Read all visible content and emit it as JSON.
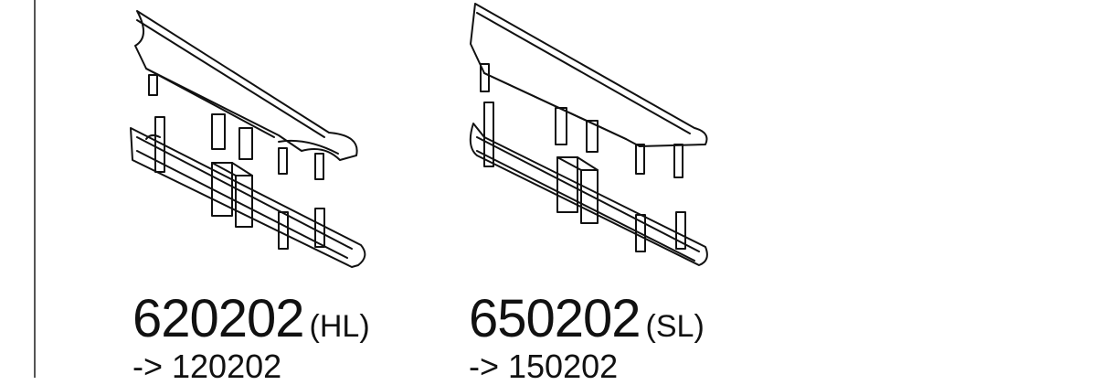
{
  "parts": [
    {
      "code": "620202",
      "suffix": "(HL)",
      "reference": "-> 120202",
      "illustration": "cap-with-notched-end"
    },
    {
      "code": "650202",
      "suffix": "(SL)",
      "reference": "-> 150202",
      "illustration": "cap-with-straight-end"
    }
  ],
  "colors": {
    "line": "#111111",
    "background": "#ffffff",
    "rule": "#555555"
  }
}
